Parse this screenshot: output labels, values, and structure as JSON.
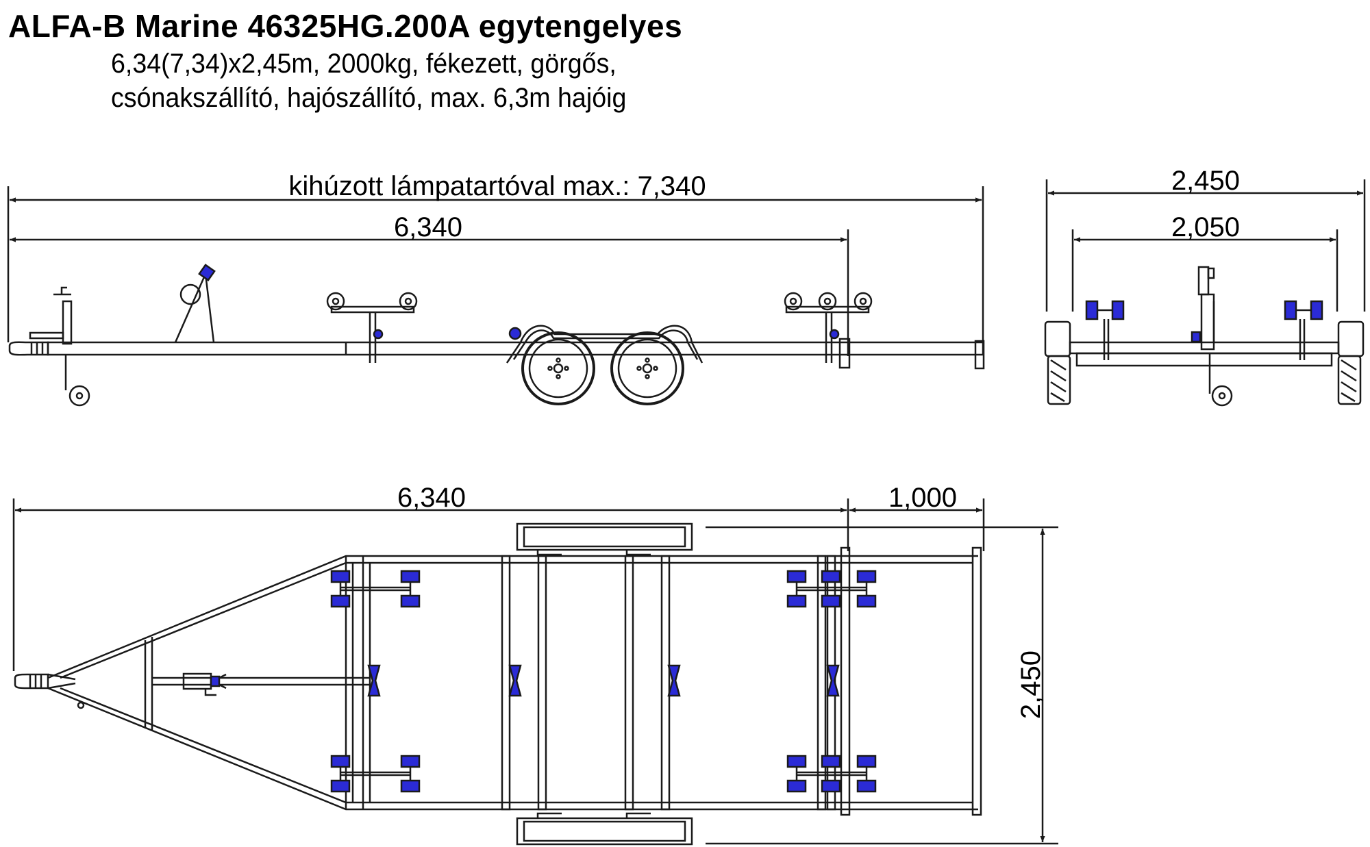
{
  "title": "ALFA-B Marine 46325HG.200A egytengelyes",
  "subtitle_lines": [
    "6,34(7,34)x2,45m, 2000kg, fékezett, görgős,",
    "csónakszállító, hajószállító, max. 6,3m hajóig"
  ],
  "side_view": {
    "dim_max_length": "kihúzott lámpatartóval max.: 7,340",
    "dim_length": "6,340"
  },
  "rear_view": {
    "dim_outer_width": "2,450",
    "dim_track_width": "2,050"
  },
  "top_view": {
    "dim_length": "6,340",
    "dim_extension": "1,000",
    "dim_width": "2,450"
  },
  "colors": {
    "line": "#1a1a1a",
    "roller": "#2b2bd6"
  }
}
